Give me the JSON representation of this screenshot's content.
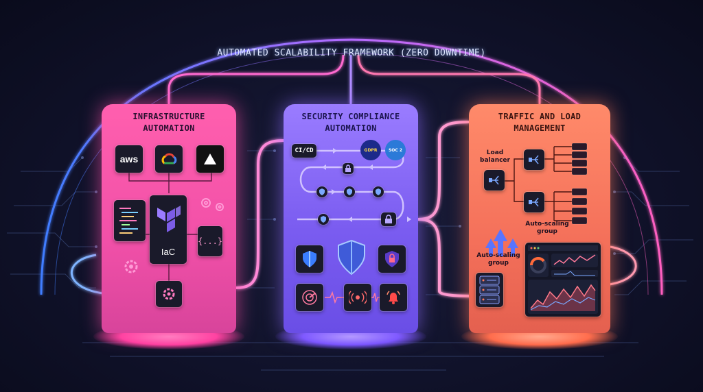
{
  "title": "AUTOMATED SCALABILITY FRAMEWORK (ZERO DOWNTIME)",
  "pillars": {
    "infrastructure": {
      "title_line1": "INFRASTRUCTURE",
      "title_line2": "AUTOMATION",
      "providers": [
        {
          "name": "aws-logo",
          "label": "aws"
        },
        {
          "name": "google-cloud-logo"
        },
        {
          "name": "triangle-logo"
        }
      ],
      "iac_label": "IaC",
      "code_label": "{...}"
    },
    "security": {
      "title_line1": "SECURITY COMPLIANCE",
      "title_line2": "AUTOMATION",
      "cicd_label": "CI/CD",
      "badges": [
        "GDPR",
        "SOC 2"
      ]
    },
    "traffic": {
      "title_line1": "TRAFFIC AND LOAD",
      "title_line2": "MANAGEMENT",
      "load_balancer_label": "Load\nbalancer",
      "auto_scaling_label_1": "Auto-scaling\ngroup",
      "auto_scaling_label_2": "Auto-scaling\ngroup"
    }
  },
  "colors": {
    "pink": "#f150a8",
    "purple": "#7a5cf0",
    "coral": "#f4705a",
    "glow_blue": "#4f8bff"
  }
}
